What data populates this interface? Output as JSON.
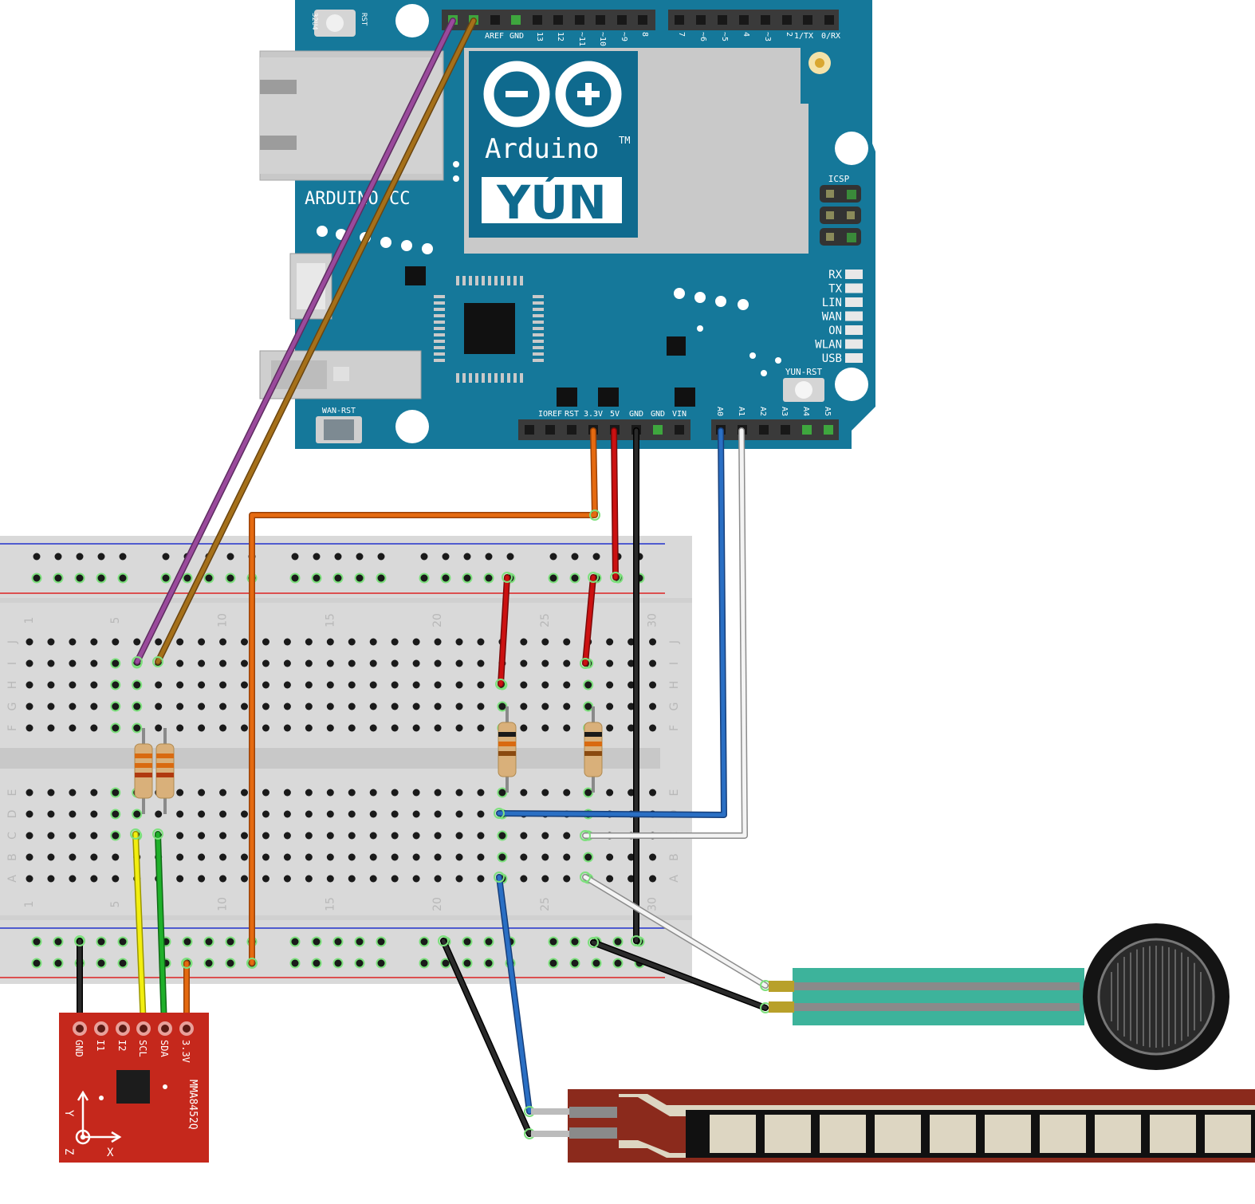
{
  "board": {
    "brand": "Arduino",
    "trademark": "TM",
    "model": "YÚN",
    "site": "ARDUINO.CC",
    "top_headers": [
      "AREF",
      "GND",
      "13",
      "12",
      "~11",
      "~10",
      "~9",
      "8",
      "7",
      "~6",
      "~5",
      "4",
      "~3",
      "2",
      "1/TX",
      "0/RX"
    ],
    "power_headers": [
      "IOREF",
      "RST",
      "3.3V",
      "5V",
      "GND",
      "GND",
      "VIN"
    ],
    "analog_headers": [
      "A0",
      "A1",
      "A2",
      "A3",
      "A4",
      "A5"
    ],
    "leds": [
      "RX",
      "TX",
      "LIN",
      "WAN",
      "ON",
      "WLAN",
      "USB"
    ],
    "labels": {
      "icsp": "ICSP",
      "yun_rst": "YUN-RST",
      "wan_rst": "WAN-RST",
      "rst": "RST",
      "rst_32u4": "32U4"
    }
  },
  "breadboard": {
    "row_letters": [
      "J",
      "I",
      "H",
      "G",
      "F",
      "E",
      "D",
      "C",
      "B",
      "A"
    ],
    "column_numbers": [
      "1",
      "5",
      "10",
      "15",
      "20",
      "25",
      "30"
    ]
  },
  "accelerometer": {
    "pins": [
      "GND",
      "I1",
      "I2",
      "SCL",
      "SDA",
      "3.3V"
    ],
    "model": "MMA8452Q",
    "axes": [
      "Y",
      "Z",
      "X"
    ]
  },
  "colors": {
    "board": "#15789a",
    "board_dark": "#0e5f7d",
    "breadboard": "#d9d9d9",
    "wire_purple": "#9a4a9c",
    "wire_brown": "#a5701a",
    "wire_orange": "#e56a10",
    "wire_red": "#cc1111",
    "wire_black": "#1a1a1a",
    "wire_blue": "#2a6fc4",
    "wire_white": "#eeeeee",
    "wire_yellow": "#f2ee10",
    "wire_green": "#1fb02a",
    "accelerometer": "#c5281c",
    "force_sensor": "#3db39b",
    "flex_sensor": "#8b2a1c"
  },
  "components": {
    "resistors": 4,
    "force_sensor": "force-sensitive-resistor",
    "flex_sensor": "flex-sensor"
  }
}
